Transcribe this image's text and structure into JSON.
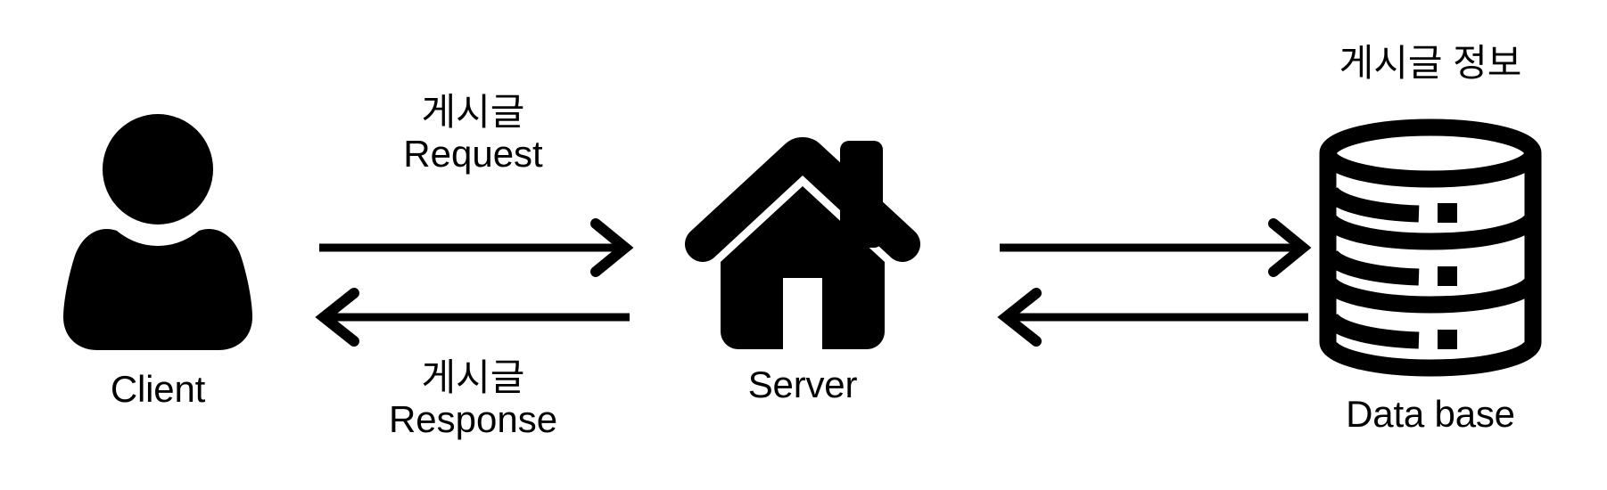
{
  "diagram": {
    "title": "Client-Server-Database request response flow",
    "background_color": "#ffffff",
    "stroke_color": "#000000"
  },
  "nodes": [
    {
      "id": "client",
      "icon": "person-icon",
      "label": "Client",
      "caption": ""
    },
    {
      "id": "server",
      "icon": "house-icon",
      "label": "Server",
      "caption": ""
    },
    {
      "id": "database",
      "icon": "database-cylinder-icon",
      "label": "Data base",
      "caption": "게시글 정보"
    }
  ],
  "edges": [
    {
      "id": "client-to-server",
      "from": "client",
      "to": "server",
      "direction": "right",
      "label_line1": "게시글",
      "label_line2": "Request",
      "label_position": "above"
    },
    {
      "id": "server-to-client",
      "from": "server",
      "to": "client",
      "direction": "left",
      "label_line1": "게시글",
      "label_line2": "Response",
      "label_position": "below"
    },
    {
      "id": "server-to-database",
      "from": "server",
      "to": "database",
      "direction": "right",
      "label_line1": "",
      "label_line2": "",
      "label_position": "none"
    },
    {
      "id": "database-to-server",
      "from": "database",
      "to": "server",
      "direction": "left",
      "label_line1": "",
      "label_line2": "",
      "label_position": "none"
    }
  ]
}
